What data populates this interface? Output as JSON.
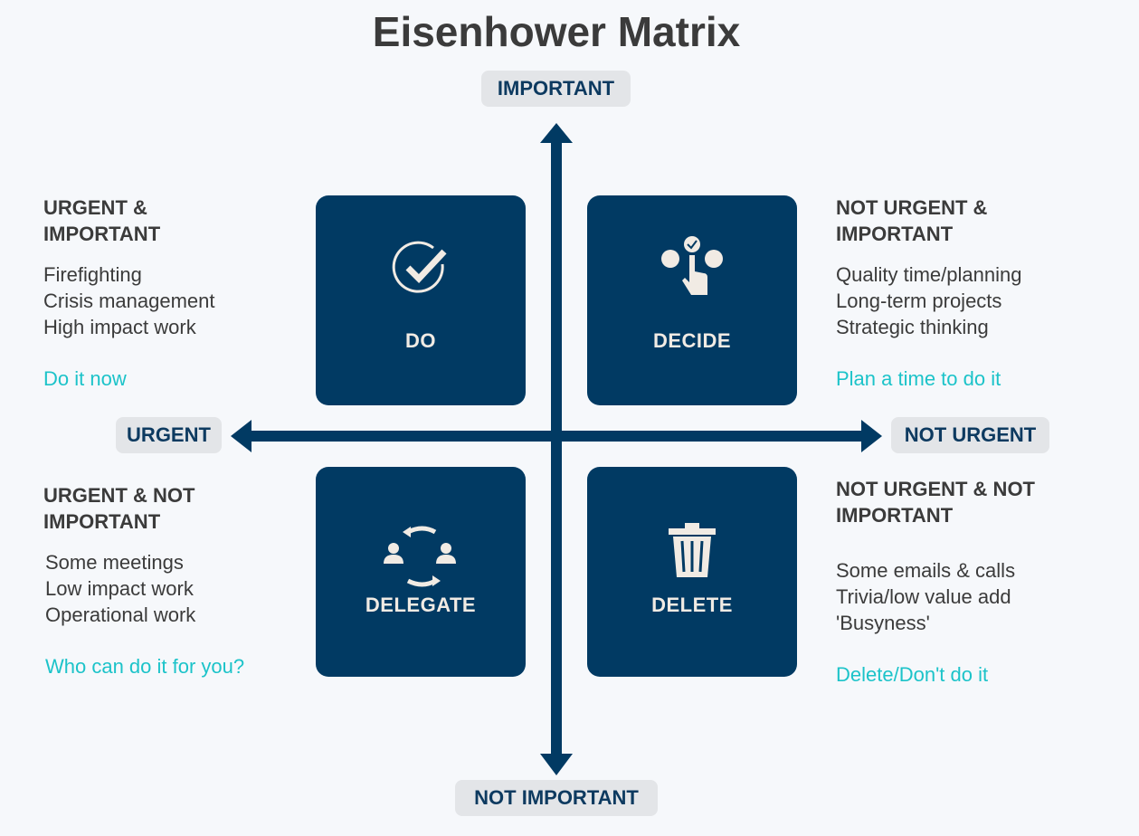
{
  "title": "Eisenhower Matrix",
  "axes": {
    "top": "IMPORTANT",
    "bottom": "NOT IMPORTANT",
    "left": "URGENT",
    "right": "NOT URGENT"
  },
  "colors": {
    "navy": "#013a63",
    "teal": "#1cc3c9",
    "text": "#3b3b3b"
  },
  "quadrants": [
    {
      "box": "DO",
      "icon": "check-circle-icon",
      "heading": [
        "URGENT &",
        "IMPORTANT"
      ],
      "items": [
        "Firefighting",
        "Crisis management",
        "High impact work"
      ],
      "action": "Do it now"
    },
    {
      "box": "DECIDE",
      "icon": "hand-select-icon",
      "heading": [
        "NOT URGENT &",
        "IMPORTANT"
      ],
      "items": [
        "Quality time/planning",
        "Long-term projects",
        "Strategic thinking"
      ],
      "action": "Plan a time to do it"
    },
    {
      "box": "DELEGATE",
      "icon": "people-exchange-icon",
      "heading": [
        "URGENT & NOT",
        "IMPORTANT"
      ],
      "items": [
        "Some meetings",
        "Low impact work",
        "Operational work"
      ],
      "action": "Who can do it for you?"
    },
    {
      "box": "DELETE",
      "icon": "trash-icon",
      "heading": [
        "NOT URGENT & NOT",
        "IMPORTANT"
      ],
      "items": [
        "Some emails & calls",
        "Trivia/low value add",
        "'Busyness'"
      ],
      "action": "Delete/Don't do it"
    }
  ]
}
